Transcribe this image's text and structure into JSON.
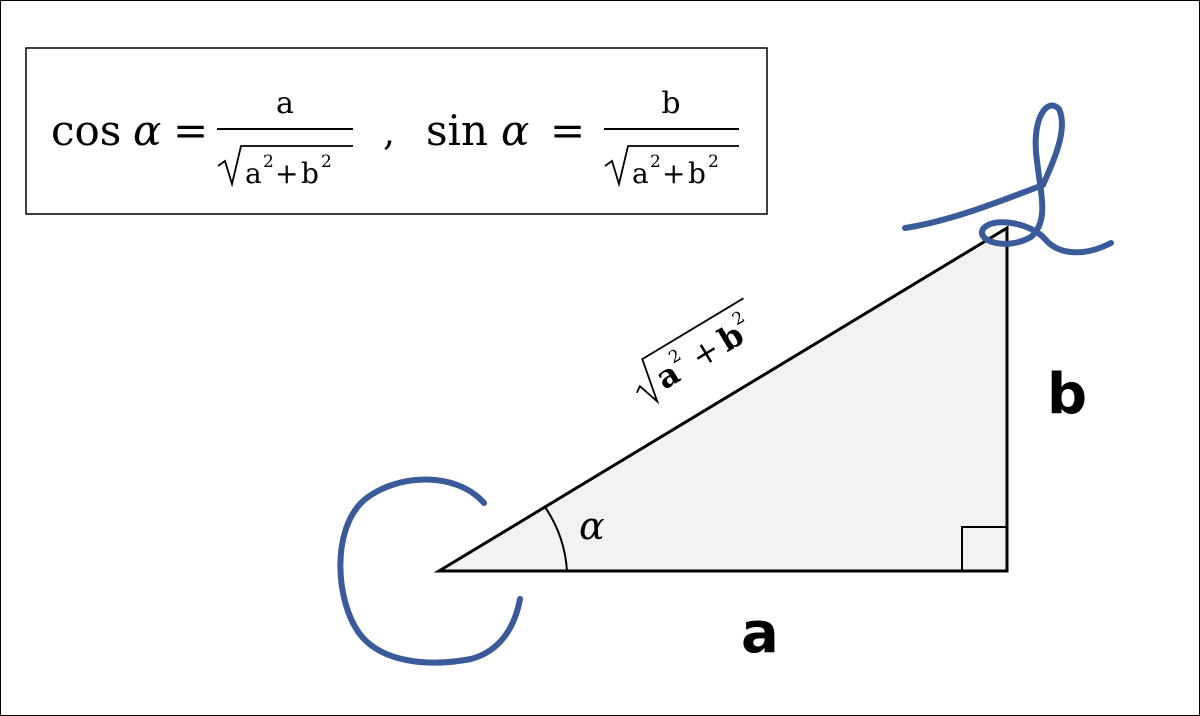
{
  "formula": {
    "cos_fn": "cos",
    "sin_fn": "sin",
    "alpha": "α",
    "equals": "=",
    "separator": ",",
    "cos_numerator": "a",
    "sin_numerator": "b",
    "radicand_a": "a",
    "radicand_b": "b",
    "exponent": "2",
    "plus": "+"
  },
  "triangle": {
    "hypotenuse_a": "a",
    "hypotenuse_b": "b",
    "hypotenuse_exp": "2",
    "hypotenuse_plus": "+",
    "side_vertical": "b",
    "side_horizontal": "a",
    "angle": "α"
  },
  "colors": {
    "triangle_fill": "#f2f2f2",
    "stroke": "#000000",
    "annotation": "#3a5a9a"
  },
  "annotations": [
    "c-shaped-scribble",
    "loop-scribble"
  ]
}
